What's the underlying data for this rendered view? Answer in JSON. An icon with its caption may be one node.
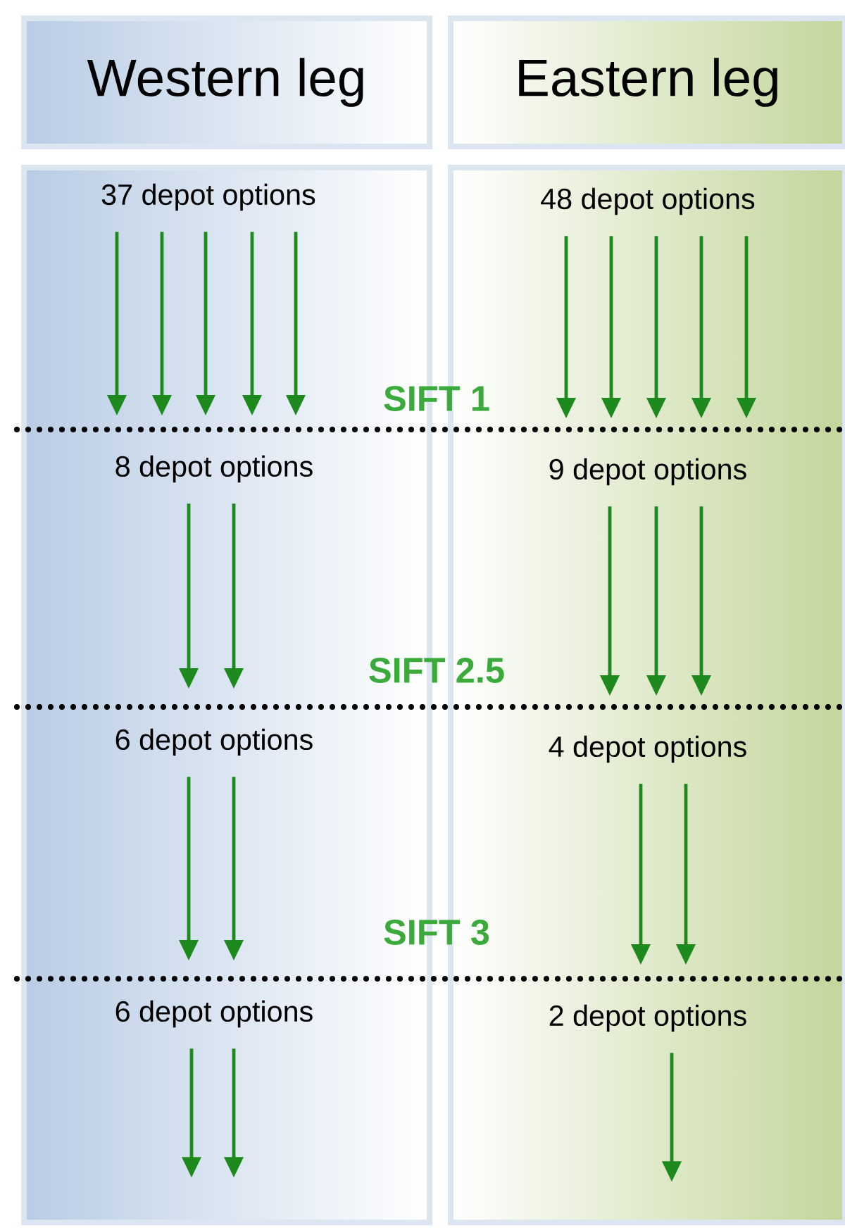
{
  "diagram": {
    "nodes": [
      {
        "text": [
          "Western leg"
        ]
      },
      {
        "text": [
          "Eastern leg"
        ]
      },
      {
        "text": [],
        "shape": "box"
      },
      {
        "text": [],
        "shape": "box"
      },
      {
        "text": [
          "37 depot options"
        ],
        "in": 2
      },
      {
        "text": [
          "48 depot options"
        ],
        "in": 3
      },
      {
        "text": [
          "8 depot options"
        ],
        "in": 2
      },
      {
        "text": [
          "9 depot options"
        ],
        "in": 3
      },
      {
        "text": [
          "6 depot options"
        ],
        "in": 2
      },
      {
        "text": [
          "4 depot options"
        ],
        "in": 3
      },
      {
        "text": [
          "6 depot options"
        ],
        "in": 2
      },
      {
        "text": [
          "2 depot options"
        ],
        "in": 3
      }
    ],
    "edges": [
      {
        "from": 4,
        "to": 6,
        "arrow": "to"
      },
      {
        "from": 4,
        "to": 6,
        "arrow": "to"
      },
      {
        "from": 4,
        "to": 6,
        "arrow": "to"
      },
      {
        "from": 4,
        "to": 6,
        "arrow": "to"
      },
      {
        "from": 4,
        "to": 6,
        "arrow": "to"
      },
      {
        "from": 5,
        "to": 7,
        "arrow": "to"
      },
      {
        "from": 5,
        "to": 7,
        "arrow": "to"
      },
      {
        "from": 5,
        "to": 7,
        "arrow": "to"
      },
      {
        "from": 5,
        "to": 7,
        "arrow": "to"
      },
      {
        "from": 5,
        "to": 7,
        "arrow": "to"
      },
      {
        "from": 6,
        "to": 8,
        "arrow": "to"
      },
      {
        "from": 6,
        "to": 8,
        "arrow": "to"
      },
      {
        "from": 7,
        "to": 9,
        "arrow": "to"
      },
      {
        "from": 7,
        "to": 9,
        "arrow": "to"
      },
      {
        "from": 7,
        "to": 9,
        "arrow": "to"
      },
      {
        "from": 8,
        "to": 10,
        "arrow": "to"
      },
      {
        "from": 8,
        "to": 10,
        "arrow": "to"
      },
      {
        "from": 9,
        "to": 11,
        "arrow": "to"
      },
      {
        "from": 9,
        "to": 11,
        "arrow": "to"
      },
      {
        "from": 10,
        "to": null,
        "arrow": "to"
      },
      {
        "from": 10,
        "to": null,
        "arrow": "to"
      },
      {
        "from": 11,
        "to": null,
        "arrow": "to"
      }
    ],
    "labels": [
      "SIFT 1",
      "SIFT 2.5",
      "SIFT 3"
    ]
  }
}
